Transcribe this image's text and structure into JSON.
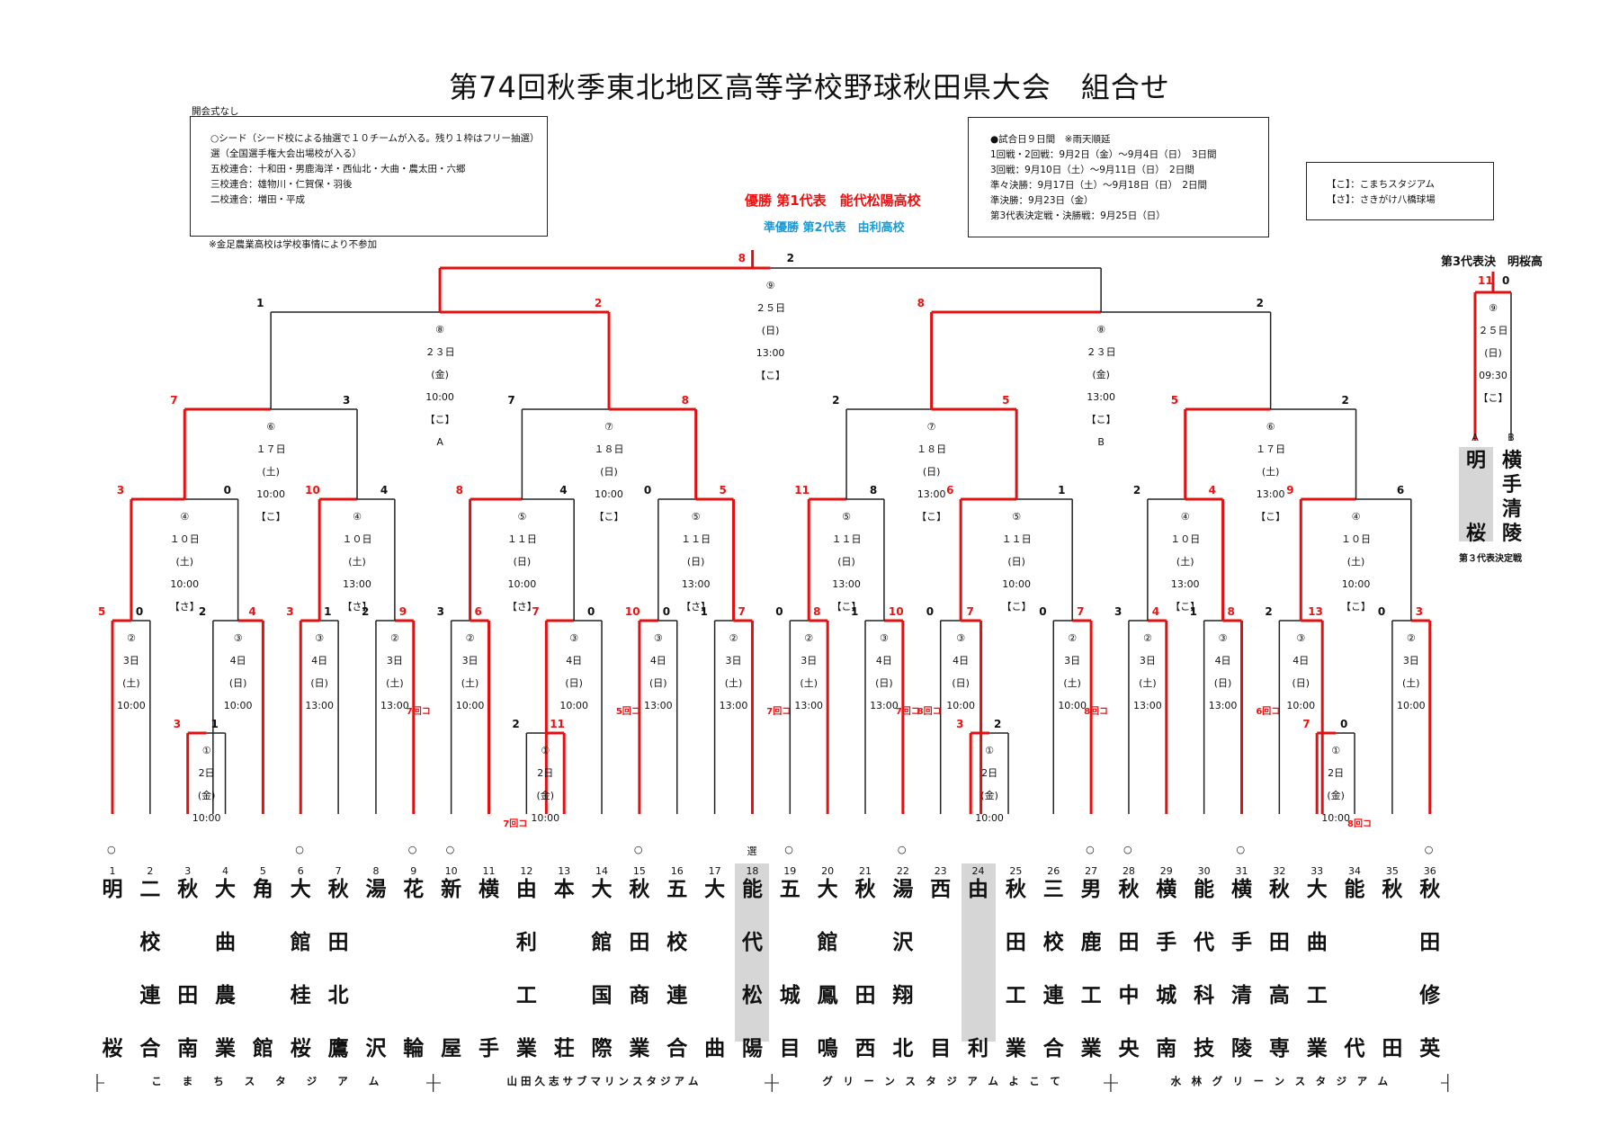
{
  "title": "第74回秋季東北地区高等学校野球秋田県大会　組合せ",
  "opening_note": "開会式なし",
  "seed_box": {
    "lines": [
      "○シード（シード校による抽選で１０チームが入る。残り１枠はフリー抽選）",
      "選（全国選手権大会出場校が入る）",
      "",
      "五校連合：十和田・男鹿海洋・西仙北・大曲・農太田・六郷",
      "三校連合：雄物川・仁賀保・羽後",
      "二校連合：増田・平成"
    ]
  },
  "absence_note": "※金足農業高校は学校事情により不参加",
  "schedule_box": {
    "lines": [
      "●試合日９日間　※雨天順延",
      "1回戦・2回戦：9月2日（金）～9月4日（日）　3日間",
      "3回戦：9月10日（土）～9月11日（日）　2日間",
      "準々決勝：9月17日（土）～9月18日（日）　2日間",
      "準決勝：9月23日（金）",
      "第3代表決定戦・決勝戦：9月25日（日）"
    ]
  },
  "venue_box": {
    "lines": [
      "【こ】：こまちスタジアム",
      "【さ】：さきがけ八橋球場"
    ]
  },
  "winner_text": "優勝 第1代表　能代松陽高校",
  "runnerup_text": "準優勝 第2代表　由利高校",
  "third_title": "第3代表決　明桜高",
  "third_caption": "第３代表決定戦",
  "colors": {
    "win_line": "#e11111",
    "lose_line": "#222222",
    "runnerup_blue": "#1a9ad6",
    "shade": "#d6d6d6"
  },
  "teams": [
    {
      "no": "1",
      "name": [
        "明",
        "",
        "",
        "桜"
      ],
      "seed": true
    },
    {
      "no": "2",
      "name": [
        "二",
        "校",
        "連",
        "合"
      ]
    },
    {
      "no": "3",
      "name": [
        "秋",
        "",
        "田",
        "南"
      ]
    },
    {
      "no": "4",
      "name": [
        "大",
        "曲",
        "農",
        "業"
      ]
    },
    {
      "no": "5",
      "name": [
        "角",
        "",
        "",
        "館"
      ]
    },
    {
      "no": "6",
      "name": [
        "大",
        "館",
        "桂",
        "桜"
      ],
      "seed": true
    },
    {
      "no": "7",
      "name": [
        "秋",
        "田",
        "北",
        "鷹"
      ]
    },
    {
      "no": "8",
      "name": [
        "湯",
        "",
        "",
        "沢"
      ]
    },
    {
      "no": "9",
      "name": [
        "花",
        "",
        "",
        "輪"
      ],
      "seed": true
    },
    {
      "no": "10",
      "name": [
        "新",
        "",
        "",
        "屋"
      ],
      "seed": true
    },
    {
      "no": "11",
      "name": [
        "横",
        "",
        "",
        "手"
      ]
    },
    {
      "no": "12",
      "name": [
        "由",
        "利",
        "工",
        "業"
      ]
    },
    {
      "no": "13",
      "name": [
        "本",
        "",
        "",
        "荘"
      ]
    },
    {
      "no": "14",
      "name": [
        "大",
        "館",
        "国",
        "際"
      ]
    },
    {
      "no": "15",
      "name": [
        "秋",
        "田",
        "商",
        "業"
      ],
      "seed": true
    },
    {
      "no": "16",
      "name": [
        "五",
        "校",
        "連",
        "合"
      ]
    },
    {
      "no": "17",
      "name": [
        "大",
        "",
        "",
        "曲"
      ]
    },
    {
      "no": "18",
      "name": [
        "能",
        "代",
        "松",
        "陽"
      ],
      "mark": "選",
      "shade": true
    },
    {
      "no": "19",
      "name": [
        "五",
        "",
        "城",
        "目"
      ],
      "seed": true
    },
    {
      "no": "20",
      "name": [
        "大",
        "館",
        "鳳",
        "鳴"
      ]
    },
    {
      "no": "21",
      "name": [
        "秋",
        "",
        "田",
        "西"
      ]
    },
    {
      "no": "22",
      "name": [
        "湯",
        "沢",
        "翔",
        "北"
      ],
      "seed": true
    },
    {
      "no": "23",
      "name": [
        "西",
        "",
        "",
        "目"
      ]
    },
    {
      "no": "24",
      "name": [
        "由",
        "",
        "",
        "利"
      ],
      "shade": true
    },
    {
      "no": "25",
      "name": [
        "秋",
        "田",
        "工",
        "業"
      ]
    },
    {
      "no": "26",
      "name": [
        "三",
        "校",
        "連",
        "合"
      ]
    },
    {
      "no": "27",
      "name": [
        "男",
        "鹿",
        "工",
        "業"
      ],
      "seed": true
    },
    {
      "no": "28",
      "name": [
        "秋",
        "田",
        "中",
        "央"
      ],
      "seed": true
    },
    {
      "no": "29",
      "name": [
        "横",
        "手",
        "城",
        "南"
      ]
    },
    {
      "no": "30",
      "name": [
        "能",
        "代",
        "科",
        "技"
      ]
    },
    {
      "no": "31",
      "name": [
        "横",
        "手",
        "清",
        "陵"
      ],
      "seed": true
    },
    {
      "no": "32",
      "name": [
        "秋",
        "田",
        "高",
        "専"
      ]
    },
    {
      "no": "33",
      "name": [
        "大",
        "曲",
        "工",
        "業"
      ]
    },
    {
      "no": "34",
      "name": [
        "能",
        "",
        "",
        "代"
      ]
    },
    {
      "no": "35",
      "name": [
        "秋",
        "",
        "",
        "田"
      ]
    },
    {
      "no": "36",
      "name": [
        "秋",
        "田",
        "修",
        "英"
      ],
      "seed": true
    }
  ],
  "venues": [
    "こ　　ま　　ち　　ス　　タ　　ジ　　ア　　ム",
    "山 田 久 志 サ ブ マ リ ン ス タ ジ ア ム",
    "グ　リ　ー　ン　ス　タ　ジ　ア　ム　よ　こ　て",
    "水　林　グ　リ　ー　ン　ス　タ　ジ　ア　ム"
  ],
  "third_place": {
    "scores": [
      "11",
      "0"
    ],
    "round": "⑨",
    "date": "２５日",
    "dow": "(日)",
    "time": "09:30",
    "venue": "【こ】",
    "labels": [
      "A",
      "B"
    ],
    "team_a": [
      "明",
      "",
      "",
      "桜"
    ],
    "team_b": [
      "横",
      "手",
      "清",
      "陵"
    ]
  }
}
